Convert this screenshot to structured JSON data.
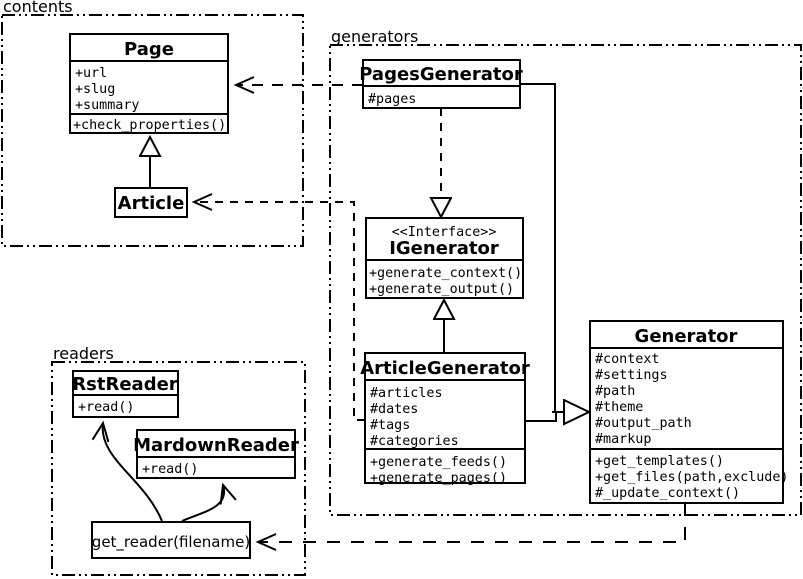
{
  "packages": {
    "contents": {
      "label": "contents"
    },
    "generators": {
      "label": "generators"
    },
    "readers": {
      "label": "readers"
    }
  },
  "classes": {
    "page": {
      "name": "Page",
      "attributes": [
        "+url",
        "+slug",
        "+summary"
      ],
      "methods": [
        "+check_properties()"
      ]
    },
    "article": {
      "name": "Article"
    },
    "pages_generator": {
      "name": "PagesGenerator",
      "attributes": [
        "#pages"
      ]
    },
    "igenerator": {
      "stereotype": "<<Interface>>",
      "name": "IGenerator",
      "methods": [
        "+generate_context()",
        "+generate_output()"
      ]
    },
    "article_generator": {
      "name": "ArticleGenerator",
      "attributes": [
        "#articles",
        "#dates",
        "#tags",
        "#categories"
      ],
      "methods": [
        "+generate_feeds()",
        "+generate_pages()"
      ]
    },
    "generator": {
      "name": "Generator",
      "attributes": [
        "#context",
        "#settings",
        "#path",
        "#theme",
        "#output_path",
        "#markup"
      ],
      "methods": [
        "+get_templates()",
        "+get_files(path,exclude)",
        "#_update_context()"
      ]
    },
    "rst_reader": {
      "name": "RstReader",
      "methods": [
        "+read()"
      ]
    },
    "mardown_reader": {
      "name": "MardownReader",
      "methods": [
        "+read()"
      ]
    },
    "get_reader": {
      "label": "get_reader(filename)"
    }
  },
  "relationships": [
    {
      "from": "Article",
      "to": "Page",
      "type": "inheritance"
    },
    {
      "from": "ArticleGenerator",
      "to": "IGenerator",
      "type": "inheritance"
    },
    {
      "from": "PagesGenerator",
      "to": "IGenerator",
      "type": "realization"
    },
    {
      "from": "PagesGenerator",
      "to": "Generator",
      "type": "inheritance"
    },
    {
      "from": "ArticleGenerator",
      "to": "Generator",
      "type": "inheritance"
    },
    {
      "from": "PagesGenerator",
      "to": "Page",
      "type": "dependency"
    },
    {
      "from": "ArticleGenerator",
      "to": "Article",
      "type": "dependency"
    },
    {
      "from": "Generator",
      "to": "get_reader(filename)",
      "type": "dependency"
    },
    {
      "from": "get_reader(filename)",
      "to": "RstReader",
      "type": "dispatch"
    },
    {
      "from": "get_reader(filename)",
      "to": "MardownReader",
      "type": "dispatch"
    }
  ],
  "colors": {
    "line": "#000000",
    "background": "#ffffff"
  }
}
